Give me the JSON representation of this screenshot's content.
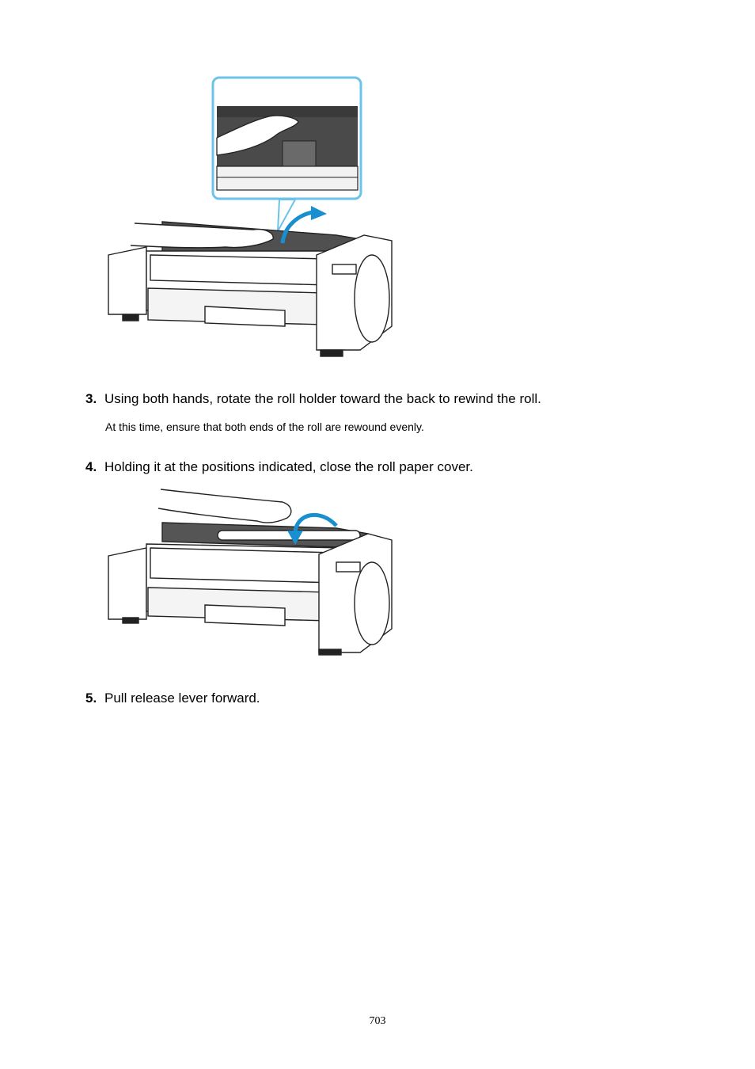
{
  "steps": [
    {
      "number": "3.",
      "text": "Using both hands, rotate the roll holder toward the back to rewind the roll.",
      "note": "At this time, ensure that both ends of the roll are rewound evenly."
    },
    {
      "number": "4.",
      "text": "Holding it at the positions indicated, close the roll paper cover."
    },
    {
      "number": "5.",
      "text": "Pull release lever forward."
    }
  ],
  "figures": [
    {
      "depicts": "hands rotating the roll holder toward the back inside the open printer",
      "callout": true,
      "arrow_color": "#1a8fd0"
    },
    {
      "depicts": "hand closing the roll paper cover",
      "arrow_color": "#1a8fd0"
    }
  ],
  "colors": {
    "callout_border": "#6cc3ea",
    "arrow": "#1a8fd0",
    "line": "#222222",
    "interior": "#555555"
  },
  "footer": {
    "page_number": "703"
  }
}
